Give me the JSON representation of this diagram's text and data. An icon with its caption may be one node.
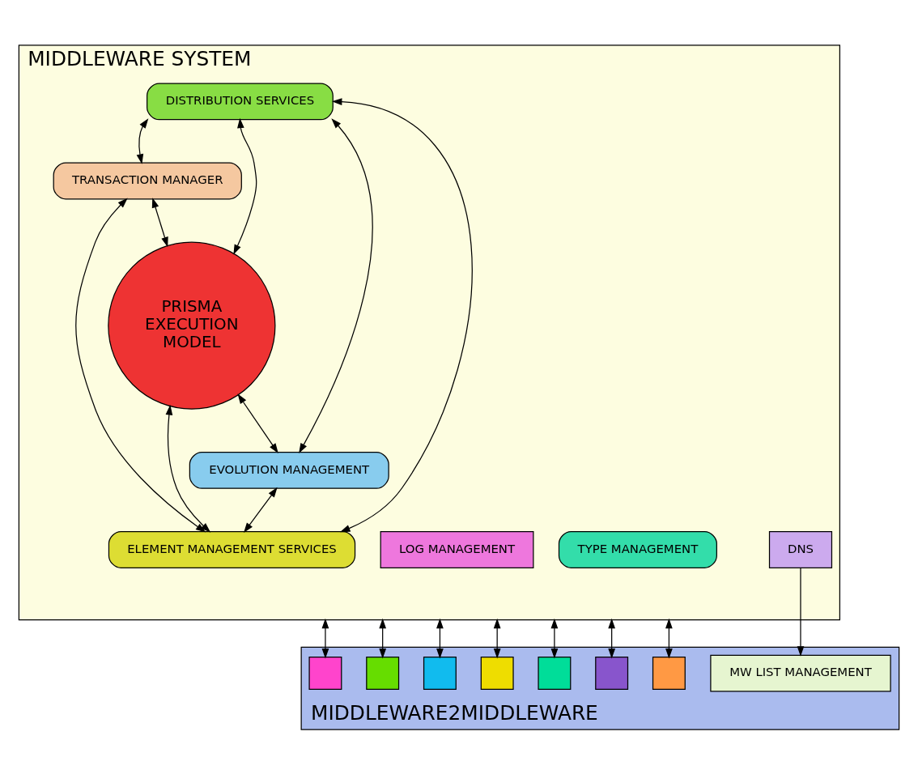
{
  "diagram": {
    "nodes": [
      {
        "text": [
          "MIDDLEWARE SYSTEM"
        ]
      },
      {
        "text": [
          "LOG MANAGEMENT"
        ],
        "in": 0
      },
      {
        "text": [
          "DISTRIBUTION SERVICES"
        ],
        "in": 0
      },
      {
        "text": [
          "TYPE MANAGEMENT"
        ],
        "in": 0
      },
      {
        "text": [
          "TRANSACTION MANAGER"
        ],
        "in": 0
      },
      {
        "text": [
          "PRISMA EXECUTION MODEL"
        ],
        "in": 0
      },
      {
        "text": [
          "EVOLUTION MANAGEMENT"
        ],
        "in": 0
      },
      {
        "text": [
          "ELEMENT MANAGEMENT SERVICES"
        ],
        "in": 0
      },
      {
        "text": [
          "DNS"
        ],
        "in": 0
      },
      {
        "text": [
          "MIDDLEWARE2MIDDLEWARE"
        ]
      },
      {
        "text": [],
        "shape": "box",
        "in": 9
      },
      {
        "text": [],
        "shape": "box",
        "in": 9
      },
      {
        "text": [],
        "shape": "box",
        "in": 9
      },
      {
        "text": [],
        "shape": "box",
        "in": 9
      },
      {
        "text": [],
        "shape": "box",
        "in": 9
      },
      {
        "text": [],
        "shape": "box",
        "in": 9
      },
      {
        "text": [],
        "shape": "box",
        "in": 9
      },
      {
        "text": [
          "MW LIST MANAGEMENT"
        ],
        "in": 9
      }
    ],
    "edges": [
      {
        "from": 2,
        "to": 6,
        "arrow": "both"
      },
      {
        "from": 2,
        "to": 5,
        "arrow": "both"
      },
      {
        "from": 2,
        "to": 4,
        "arrow": "both"
      },
      {
        "from": 2,
        "to": 7,
        "arrow": "both"
      },
      {
        "from": 4,
        "to": 5,
        "arrow": "both"
      },
      {
        "from": 4,
        "to": 7,
        "arrow": "both"
      },
      {
        "from": 5,
        "to": 6,
        "arrow": "both"
      },
      {
        "from": 5,
        "to": 7,
        "arrow": "both"
      },
      {
        "from": 6,
        "to": 7,
        "arrow": "both"
      },
      {
        "from": 0,
        "to": 10,
        "arrow": "both"
      },
      {
        "from": 0,
        "to": 11,
        "arrow": "both"
      },
      {
        "from": 0,
        "to": 12,
        "arrow": "both"
      },
      {
        "from": 0,
        "to": 13,
        "arrow": "both"
      },
      {
        "from": 0,
        "to": 14,
        "arrow": "both"
      },
      {
        "from": 0,
        "to": 15,
        "arrow": "both"
      },
      {
        "from": 0,
        "to": 16,
        "arrow": "both"
      },
      {
        "from": 8,
        "to": 17,
        "arrow": "to"
      }
    ]
  }
}
